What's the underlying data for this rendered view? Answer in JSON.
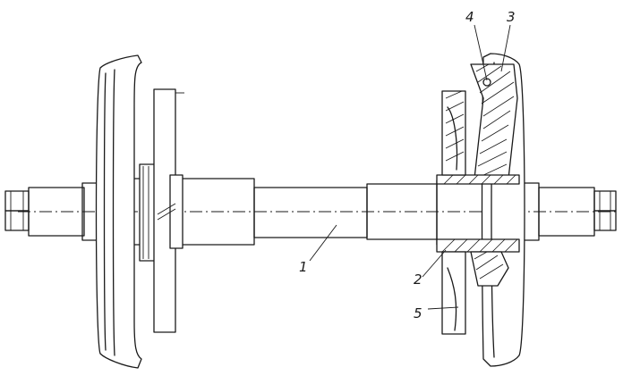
{
  "callouts": [
    {
      "id": "callout-1",
      "label": "1"
    },
    {
      "id": "callout-2",
      "label": "2"
    },
    {
      "id": "callout-3",
      "label": "3"
    },
    {
      "id": "callout-4",
      "label": "4"
    },
    {
      "id": "callout-5",
      "label": "5"
    }
  ],
  "colors": {
    "ink": "#1a1a1a",
    "paper": "#ffffff"
  }
}
